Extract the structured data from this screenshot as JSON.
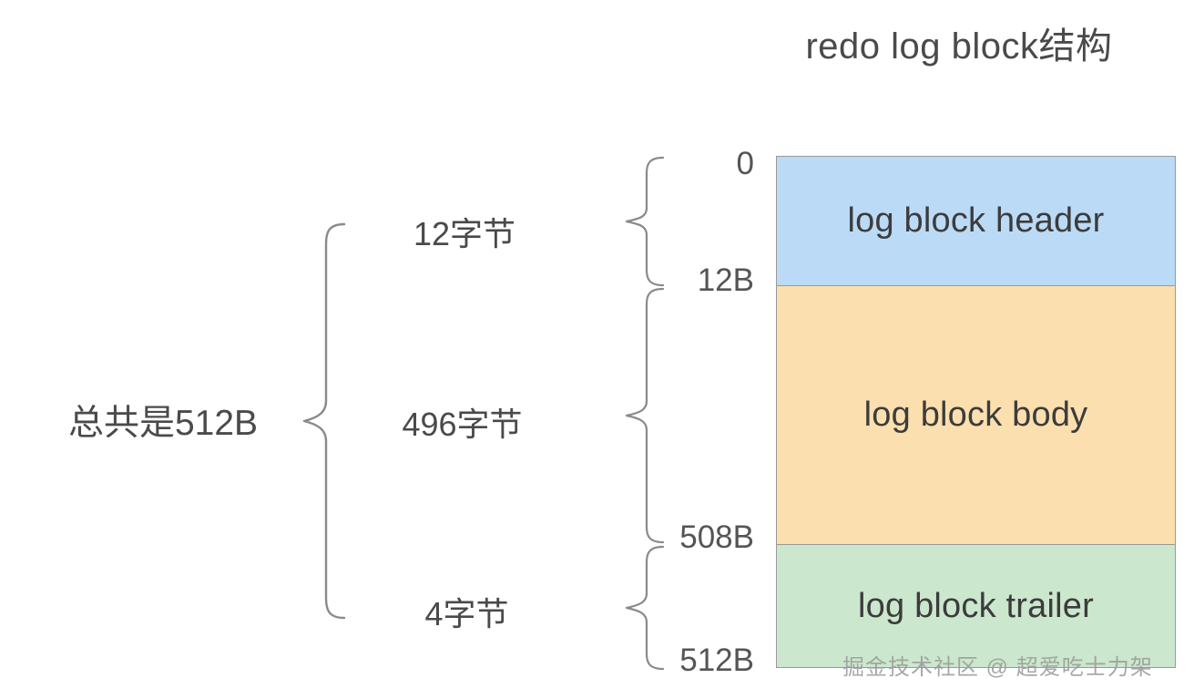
{
  "title": "redo log block结构",
  "total": {
    "label": "总共是512B"
  },
  "segments": [
    {
      "size_label": "12字节",
      "block_label": "log block header",
      "color": "#bbdaf6",
      "start_offset": "0",
      "end_offset": "12B"
    },
    {
      "size_label": "496字节",
      "block_label": "log block body",
      "color": "#fcdfae",
      "start_offset": "12B",
      "end_offset": "508B"
    },
    {
      "size_label": "4字节",
      "block_label": "log block trailer",
      "color": "#cbe7cd",
      "start_offset": "508B",
      "end_offset": "512B"
    }
  ],
  "offsets": {
    "o0": "0",
    "o12": "12B",
    "o508": "508B",
    "o512": "512B"
  },
  "watermark": "掘金技术社区 @ 超爱吃士力架",
  "colors": {
    "header_fill": "#bbdaf6",
    "body_fill": "#fcdfae",
    "trailer_fill": "#cbe7cd",
    "block_border": "#9a9a9a",
    "brace_stroke": "#8a8a8a",
    "text": "#4a4a4a",
    "background": "#ffffff"
  }
}
